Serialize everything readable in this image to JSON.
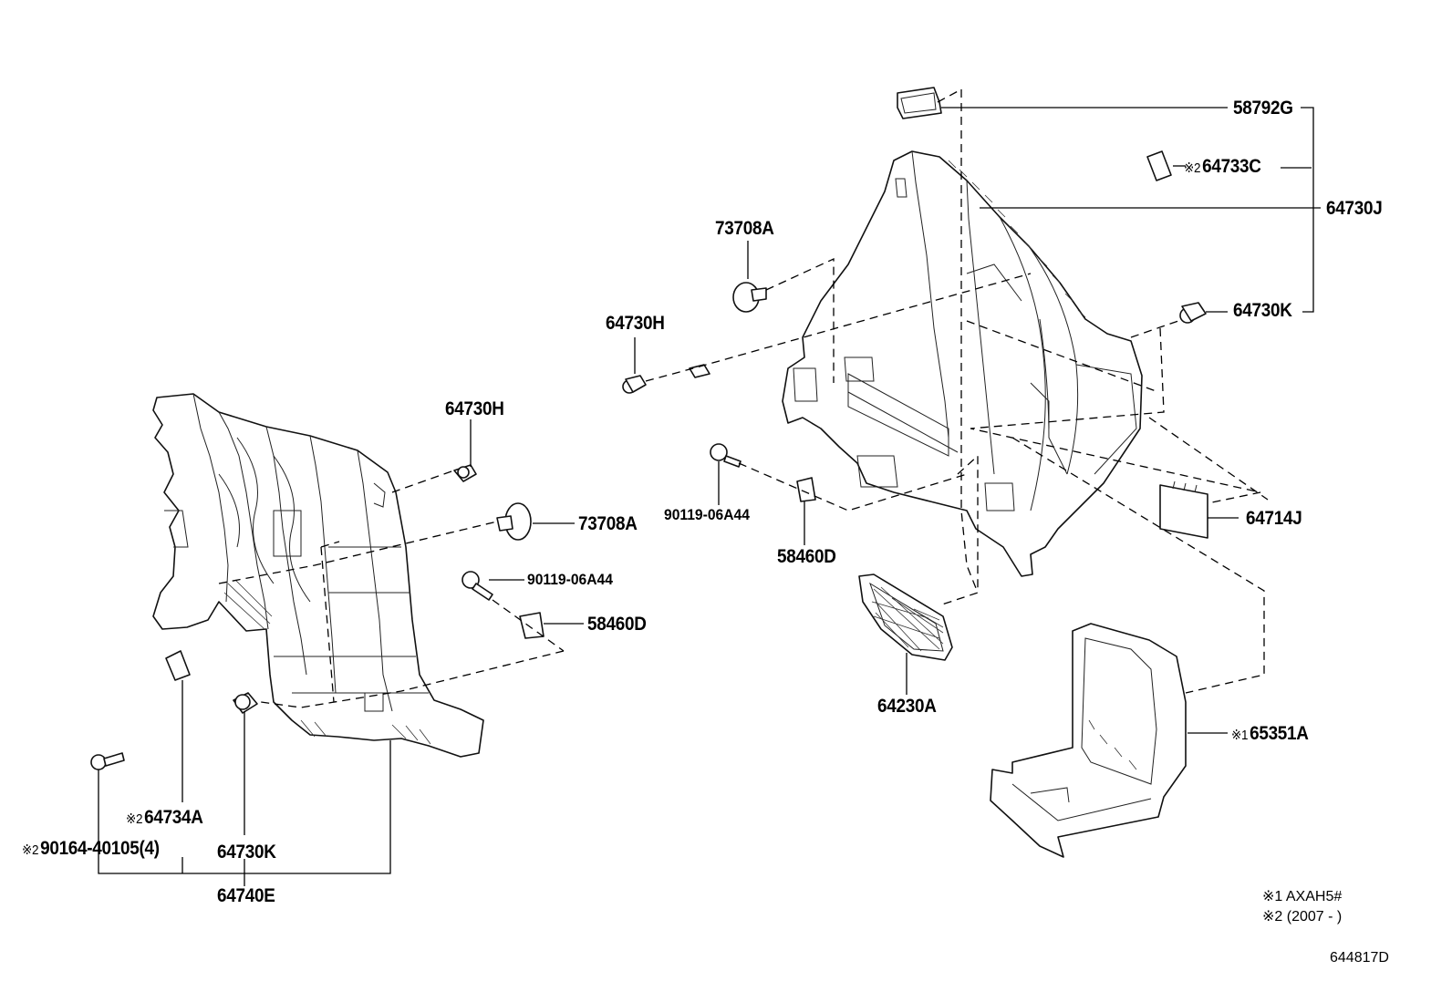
{
  "labels": {
    "p_58792G": "58792G",
    "p_64733C": "64733C",
    "p_64730J": "64730J",
    "p_73708A_top": "73708A",
    "p_64730H_top": "64730H",
    "p_64730K_right": "64730K",
    "p_64730H_left": "64730H",
    "p_73708A_left": "73708A",
    "p_90119_center": "90119-06A44",
    "p_90119_left": "90119-06A44",
    "p_58460D_center": "58460D",
    "p_58460D_left": "58460D",
    "p_64714J": "64714J",
    "p_64230A": "64230A",
    "p_65351A": "65351A",
    "p_64734A": "64734A",
    "p_90164": "90164-40105(4)",
    "p_64730K_bottom": "64730K",
    "p_64740E": "64740E"
  },
  "markers": {
    "m1": "※1",
    "m2": "※2"
  },
  "notes": {
    "note1": "※1 AXAH5#",
    "note2": "※2 (2007 -        )"
  },
  "reference_code": "644817D"
}
